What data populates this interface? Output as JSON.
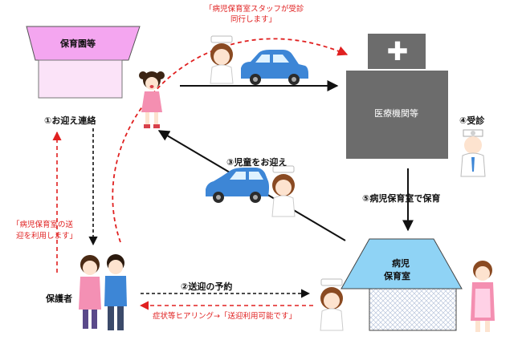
{
  "nursery": {
    "label": "保育園等"
  },
  "hospital": {
    "label": "医療機関等",
    "cross": "✚"
  },
  "sick_room": {
    "label_line1": "病児",
    "label_line2": "保育室"
  },
  "guardian": {
    "label": "保護者"
  },
  "steps": {
    "s1": "①お迎え連絡",
    "s2": "②送迎の予約",
    "s3": "③児童をお迎え",
    "s4": "④受診",
    "s5": "⑤病児保育室で保育"
  },
  "notes": {
    "staff_top_line1": "「病児保育室スタッフが受診",
    "staff_top_line2": "同行します」",
    "left_line1": "「病児保育室の送",
    "left_line2": "迎を利用します」",
    "bottom": "症状等ヒアリング→「送迎利用可能です」"
  },
  "colors": {
    "nursery_fill": "#f4a6f0",
    "nursery_wall": "#fbe3f8",
    "hospital_dark": "#6c6c6c",
    "hospital_light": "#9a9a9a",
    "sick_room_roof": "#8fd3f5",
    "car_blue": "#3d86d6",
    "arrow_red": "#e02020"
  }
}
